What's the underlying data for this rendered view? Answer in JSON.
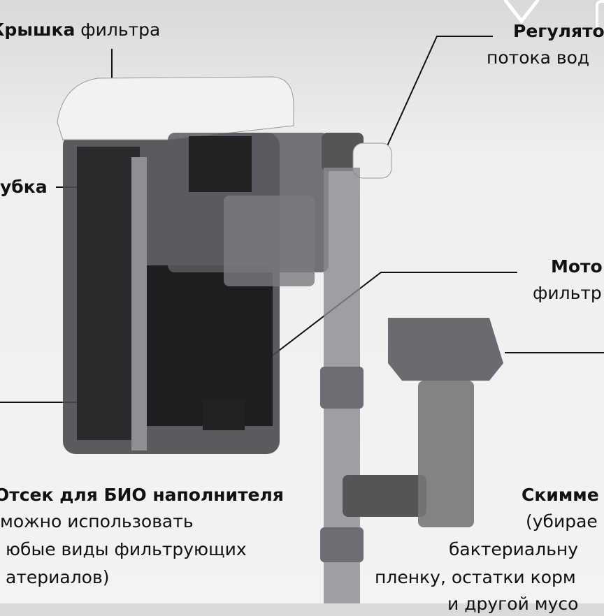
{
  "labels": {
    "lid": {
      "bold": "Крышка",
      "rest": " фильтра"
    },
    "sponge": {
      "bold": "убка"
    },
    "regulator": {
      "line1": "Регулятор",
      "line2": "потока вод"
    },
    "motor": {
      "line1": "Мото",
      "line2": "фильтр"
    },
    "bio": {
      "line1": "Отсек для БИО наполнителя",
      "line2": "можно использовать",
      "line3": "юбые виды фильтрующих",
      "line4": "атериалов)"
    },
    "skimmer": {
      "line1": "Скимме",
      "line2": "(убирае",
      "line3": "бактериальну",
      "line4": "пленку, остатки корм",
      "line5": "и другой мусо"
    }
  },
  "overlay": {
    "favorite_icon": "heart-icon"
  }
}
